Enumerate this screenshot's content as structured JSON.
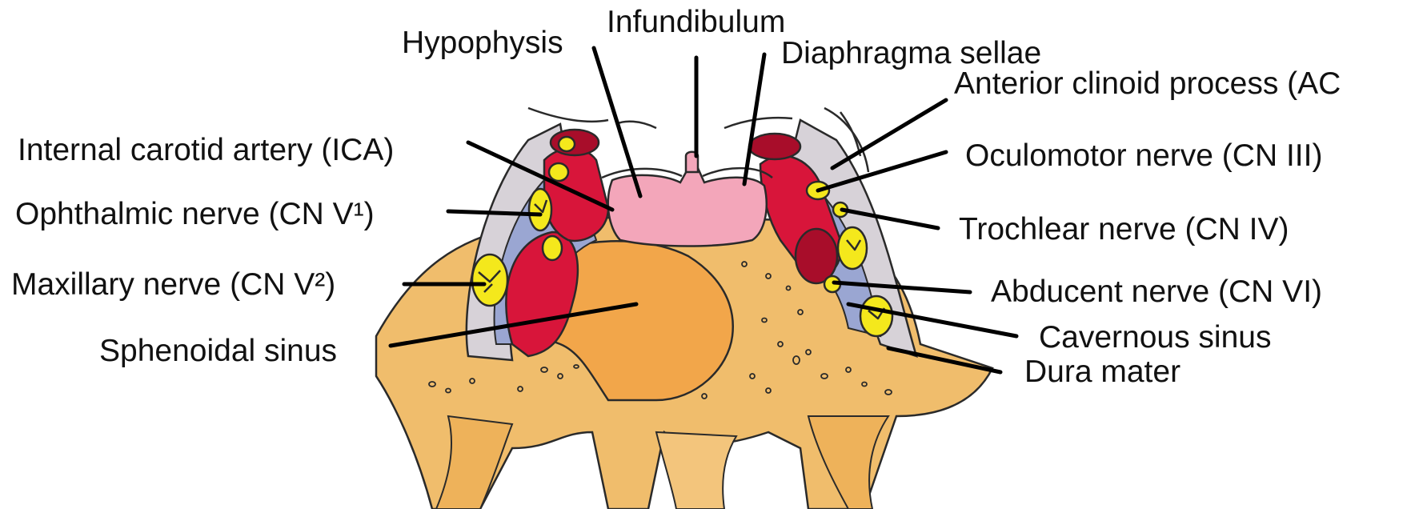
{
  "figure": {
    "labels": {
      "hypophysis": "Hypophysis",
      "infundibulum": "Infundibulum",
      "diaphragma_sellae": "Diaphragma sellae",
      "anterior_clinoid": "Anterior clinoid process (AC",
      "ica": "Internal carotid artery (ICA)",
      "oculomotor": "Oculomotor nerve (CN III)",
      "ophthalmic": "Ophthalmic nerve (CN V¹)",
      "trochlear": "Trochlear nerve (CN IV)",
      "maxillary": "Maxillary nerve (CN V²)",
      "abducent": "Abducent nerve (CN VI)",
      "cavernous_sinus": "Cavernous sinus",
      "sphenoidal_sinus": "Sphenoidal sinus",
      "dura_mater": "Dura mater"
    },
    "colors": {
      "bone": "#f0bd6c",
      "bone_dark": "#e6a04a",
      "sinus": "#f2a64a",
      "artery": "#d8153a",
      "artery_dark": "#a80d2a",
      "vein_sinus": "#9aa6d2",
      "nerve": "#f4e81c",
      "dura": "#d7d2d8",
      "hypophysis": "#f3a6ba"
    }
  }
}
